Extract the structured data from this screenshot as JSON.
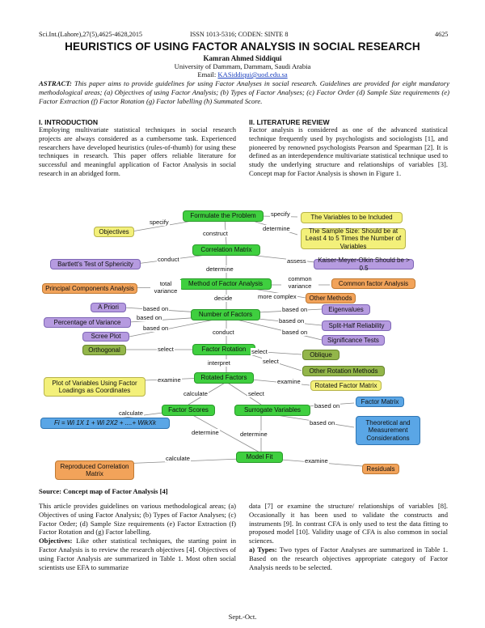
{
  "header": {
    "left": "Sci.Int.(Lahore),27(5),4625-4628,2015",
    "middle": "ISSN 1013-5316; CODEN: SINTE 8",
    "right": "4625"
  },
  "title": "HEURISTICS OF USING FACTOR ANALYSIS IN SOCIAL RESEARCH",
  "author": {
    "name": "Kamran Ahmed Siddiqui",
    "affiliation": "University of Dammam, Dammam, Saudi Arabia",
    "email_label": "Email:",
    "email": "KASiddiqui@uod.edu.sa"
  },
  "abstract": {
    "label": "ASTRACT:",
    "text": " This paper aims to provide guidelines for using Factor Analyses in social research.  Guidelines are provided for eight mandatory methodological areas; (a) Objectives of using Factor Analysis; (b) Types of Factor Analyses; (c) Factor Order (d) Sample Size requirements (e) Factor Extraction (f) Factor Rotation (g) Factor labelling (h) Summated Score."
  },
  "sections": {
    "intro_heading": "I.    INTRODUCTION",
    "intro_text": "Employing multivariate statistical techniques in social research projects are always considered as a cumbersome task. Experienced researchers have developed heuristics (rules-of-thumb) for using these techniques in research. This paper offers reliable literature for successful and meaningful application of Factor Analysis in social research in an abridged form.",
    "lit_heading": "II.    LITERATURE REVIEW",
    "lit_text": "Factor analysis is considered as one of the advanced statistical technique frequently used by psychologists and sociologists [1], and pioneered by renowned psychologists Pearson and Spearman [2]. It is defined as an interdependence multivariate statistical technique used to study the underlying structure and relationships of variables [3]. Concept map for Factor Analysis is shown in Figure 1."
  },
  "figure": {
    "nodes": {
      "formulate": "Formulate the Problem",
      "objectives": "Objectives",
      "variables": "The Variables to be Included",
      "sample_size": "The Sample Size: Should be at Least 4 to 5 Times the Number of Variables",
      "corr_matrix": "Correlation Matrix",
      "bartlett": "Bartlett's Test of Sphericity",
      "kmo": "Kaiser-Meyer-Olkin Should be > 0.5",
      "method": "Method of Factor Analysis",
      "pca": "Principal Components Analysis",
      "common_fa": "Common factor Analysis",
      "other_methods": "Other Methods",
      "num_factors": "Number of Factors",
      "a_priori": "A Priori",
      "pct_variance": "Percentage of Variance",
      "scree": "Scree Plot",
      "eigenvalues": "Eigenvalues",
      "split_half": "Split-Half Reliability",
      "significance": "Significance Tests",
      "rotation": "Factor Rotation",
      "orthogonal": "Orthogonal",
      "oblique": "Oblique",
      "other_rotation": "Other Rotation Methods",
      "rotated": "Rotated Factors",
      "plot_vars": "Plot of Variables Using Factor Loadings as Coordinates",
      "rot_matrix": "Rotated Factor Matrix",
      "scores": "Factor Scores",
      "surrogate": "Surrogate Variables",
      "formula": "Fi = Wi 1X 1 + Wi 2X2 + ....+ WikXk",
      "factor_matrix": "Factor Matrix",
      "theoretical": "Theoretical and Measurement Considerations",
      "model_fit": "Model Fit",
      "reproduced": "Reproduced Correlation Matrix",
      "residuals": "Residuals"
    },
    "links": {
      "specify1": "specify",
      "specify2": "specify",
      "construct": "construct",
      "determine1": "determine",
      "conduct1": "conduct",
      "assess": "assess",
      "determine2": "determine",
      "total_variance": "total variance",
      "common_variance": "common variance",
      "more_complex": "more complex",
      "decide": "decide",
      "based_on1": "based on",
      "based_on2": "based on",
      "based_on3": "based on",
      "based_on4": "based on",
      "based_on5": "based on",
      "based_on6": "based on",
      "conduct2": "conduct",
      "select1": "select",
      "select2": "select",
      "select3": "select",
      "interpret": "interpret",
      "examine1": "examine",
      "examine2": "examine",
      "calculate1": "calculate",
      "select4": "select",
      "calculate2": "calculate",
      "based_on7": "based on",
      "based_on8": "based on",
      "determine3": "determine",
      "determine4": "determine",
      "calculate3": "calculate",
      "examine3": "examine"
    },
    "source_label": "Source:  Concept map of Factor Analysis [4]"
  },
  "body": {
    "left_p1": "This article provides guidelines on various   methodological areas; (a) Objectives of using Factor Analysis; (b) Types of Factor Analyses; (c) Factor Order; (d) Sample Size requirements (e) Factor Extraction (f) Factor Rotation and (g) Factor labelling.",
    "left_p2_label": "Objectives:",
    "left_p2": " Like other statistical techniques, the starting point in Factor Analysis is to review the research objectives [4]. Objectives of using Factor Analysis are summarized in Table 1. Most often social scientists use EFA to summarize",
    "right_p1": "data [7] or examine the structure/ relationships of variables [8]. Occasionally it has been used to validate the constructs and instruments [9]. In contrast CFA is only used to test the data fitting to proposed model [10]. Validity usage of CFA is also common in social sciences.",
    "right_p2_label": "a)      Types:",
    "right_p2": " Two types of Factor Analyses are summarized in Table 1. Based on the research objectives appropriate category of Factor Analysis needs to be selected."
  },
  "footer": "Sept.-Oct."
}
